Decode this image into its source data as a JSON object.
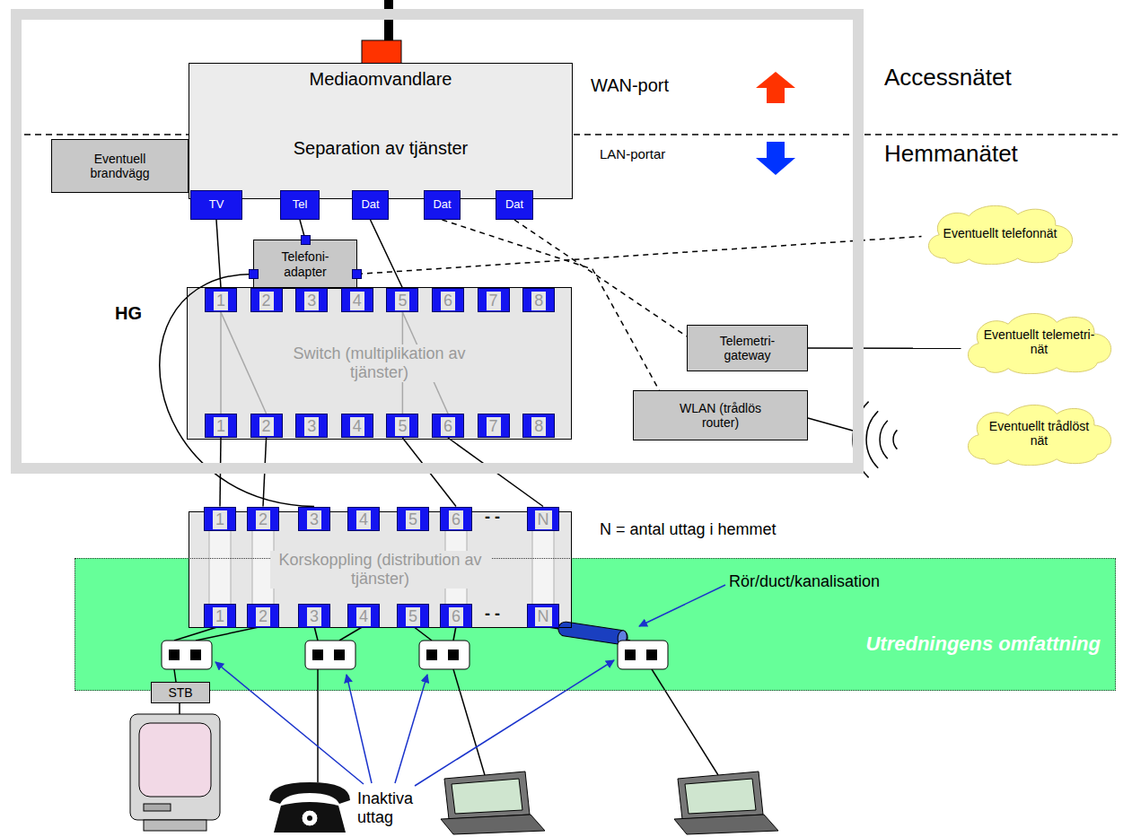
{
  "diagram": {
    "nodes": [
      {
        "text": [
          "HG"
        ]
      },
      {
        "text": [
          "Mediaomvandlare",
          "Separation av tjänster"
        ],
        "in": 0
      },
      {
        "text": [
          "Eventuell brandvägg"
        ],
        "in": 0
      },
      {
        "text": [
          "TV"
        ],
        "in": 1
      },
      {
        "text": [
          "Tel"
        ],
        "in": 1
      },
      {
        "text": [
          "Dat"
        ],
        "in": 1
      },
      {
        "text": [
          "Dat"
        ],
        "in": 1
      },
      {
        "text": [
          "Dat"
        ],
        "in": 1
      },
      {
        "text": [
          "Telefoni- adapter"
        ],
        "in": 0
      },
      {
        "text": [
          "Switch (multiplikation av tjänster)"
        ],
        "in": 0
      },
      {
        "text": [
          "1"
        ],
        "in": 9
      },
      {
        "text": [
          "2"
        ],
        "in": 9
      },
      {
        "text": [
          "3"
        ],
        "in": 9
      },
      {
        "text": [
          "4"
        ],
        "in": 9
      },
      {
        "text": [
          "5"
        ],
        "in": 9
      },
      {
        "text": [
          "6"
        ],
        "in": 9
      },
      {
        "text": [
          "7"
        ],
        "in": 9
      },
      {
        "text": [
          "8"
        ],
        "in": 9
      },
      {
        "text": [
          "1"
        ],
        "in": 9
      },
      {
        "text": [
          "2"
        ],
        "in": 9
      },
      {
        "text": [
          "3"
        ],
        "in": 9
      },
      {
        "text": [
          "4"
        ],
        "in": 9
      },
      {
        "text": [
          "5"
        ],
        "in": 9
      },
      {
        "text": [
          "6"
        ],
        "in": 9
      },
      {
        "text": [
          "7"
        ],
        "in": 9
      },
      {
        "text": [
          "8"
        ],
        "in": 9
      },
      {
        "text": [
          "Telemetri- gateway"
        ],
        "in": 0
      },
      {
        "text": [
          "WLAN (trådlös router)"
        ],
        "in": 0
      },
      {
        "text": [
          "Eventuellt telefonnät"
        ]
      },
      {
        "text": [
          "Eventuellt telemetri-nät"
        ]
      },
      {
        "text": [
          "Eventuellt trådlöst nät"
        ]
      },
      {
        "text": [
          "Utredningens omfattning"
        ]
      },
      {
        "text": [
          "Korskoppling (distribution av tjänster)"
        ]
      },
      {
        "text": [
          "1"
        ],
        "in": 32
      },
      {
        "text": [
          "2"
        ],
        "in": 32
      },
      {
        "text": [
          "3"
        ],
        "in": 32
      },
      {
        "text": [
          "4"
        ],
        "in": 32
      },
      {
        "text": [
          "5"
        ],
        "in": 32
      },
      {
        "text": [
          "6"
        ],
        "in": 32
      },
      {
        "text": [
          "N"
        ],
        "in": 32
      },
      {
        "text": [
          "1"
        ],
        "in": 32
      },
      {
        "text": [
          "2"
        ],
        "in": 32
      },
      {
        "text": [
          "3"
        ],
        "in": 32
      },
      {
        "text": [
          "4"
        ],
        "in": 32
      },
      {
        "text": [
          "5"
        ],
        "in": 32
      },
      {
        "text": [
          "6"
        ],
        "in": 32
      },
      {
        "text": [
          "N"
        ],
        "in": 32
      },
      {
        "text": [
          "STB"
        ]
      }
    ],
    "edges": [
      {
        "from": 3,
        "to": 10,
        "arrow": "none"
      },
      {
        "from": 4,
        "to": 8,
        "arrow": "none"
      },
      {
        "from": 5,
        "to": 14,
        "arrow": "none"
      },
      {
        "from": 6,
        "to": 27,
        "arrow": "none"
      },
      {
        "from": 7,
        "to": 26,
        "arrow": "none"
      },
      {
        "from": 8,
        "to": 28,
        "arrow": "none"
      },
      {
        "from": 26,
        "to": 29,
        "arrow": "none"
      },
      {
        "from": 10,
        "to": 18,
        "arrow": "none"
      },
      {
        "from": 10,
        "to": 19,
        "arrow": "none"
      },
      {
        "from": 14,
        "to": 22,
        "arrow": "none"
      },
      {
        "from": 14,
        "to": 23,
        "arrow": "none"
      },
      {
        "from": 18,
        "to": 33,
        "arrow": "none"
      },
      {
        "from": 19,
        "to": 34,
        "arrow": "none"
      },
      {
        "from": 8,
        "to": 35,
        "arrow": "none"
      },
      {
        "from": 22,
        "to": 38,
        "arrow": "none"
      },
      {
        "from": 23,
        "to": 39,
        "arrow": "none"
      }
    ],
    "labels": [
      "WAN-port",
      "Accessnätet",
      "LAN-portar",
      "Hemmanätet",
      "N = antal uttag i hemmet",
      "Rör/duct/kanalisation",
      "Inaktiva uttag",
      "- -",
      "- -"
    ]
  }
}
